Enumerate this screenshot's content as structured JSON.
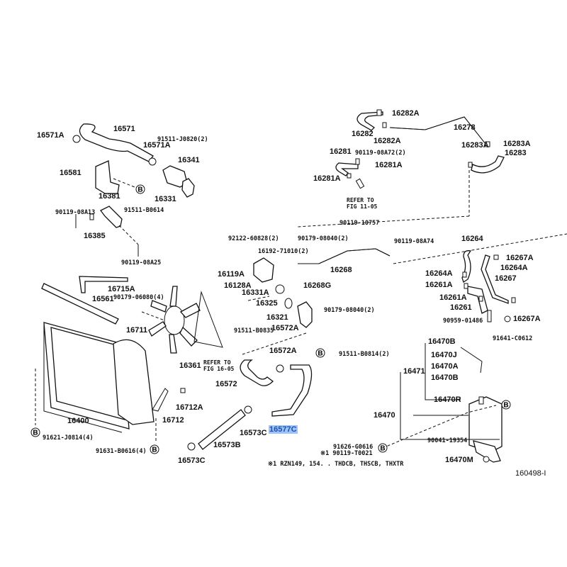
{
  "diagram": {
    "figure_number": "160498-I",
    "highlighted_part": "16577C",
    "highlight_color": "#9ec3f5",
    "footnote": "※1 RZN149, 154. . THDCB, THSCB, THXTR",
    "callout_marker": "B",
    "labels": {
      "p16571A_left": "16571A",
      "p16571": "16571",
      "p91511_J0820": "91511-J0820(2)",
      "p16571A_right": "16571A",
      "p16341": "16341",
      "p16581": "16581",
      "p16331": "16331",
      "p16381": "16381",
      "p91511_B0614": "91511-B0614",
      "p90119_08A13": "90119-08A13",
      "p16385": "16385",
      "p90119_08A25": "90119-08A25",
      "p16282A_top": "16282A",
      "p16282": "16282",
      "p16282A_mid": "16282A",
      "p16278": "16278",
      "p16281": "16281",
      "p90119_08A72": "90119-08A72(2)",
      "p16281A_right": "16281A",
      "p16281A_left": "16281A",
      "refer_11_05": "REFER TO FIG 11-05",
      "p16283A_right": "16283A",
      "p16283A_left": "16283A",
      "p16283": "16283",
      "p90119_10757": "90119-10757",
      "p92122_60828": "92122-60828(2)",
      "p90179_08040_top": "90179-08040(2)",
      "p16192_71010": "16192-71010(2)",
      "p90119_08A74": "90119-08A74",
      "p16119A": "16119A",
      "p16128A": "16128A",
      "p16331A": "16331A",
      "p16268": "16268",
      "p16268G": "16268G",
      "p16325": "16325",
      "p16321": "16321",
      "p90179_08040_bot": "90179-08040(2)",
      "p91511_B0835": "91511-B0835",
      "p16572A_top": "16572A",
      "p16264": "16264",
      "p16267A_top": "16267A",
      "p16264A_right": "16264A",
      "p16264A_left": "16264A",
      "p16267": "16267",
      "p16261A_top": "16261A",
      "p16261A_mid": "16261A",
      "p16261": "16261",
      "p90959_01486": "90959-01486",
      "p16267A_bot": "16267A",
      "p91641_C0612": "91641-C0612",
      "p16715A": "16715A",
      "p16561": "16561",
      "p90179_06080": "90179-06080(4)",
      "p16711": "16711",
      "p16361": "16361",
      "refer_16_05": "REFER TO FIG 16-05",
      "p16572A_bot": "16572A",
      "p91511_B0814": "91511-B0814(2)",
      "p16572": "16572",
      "p16712A": "16712A",
      "p16712": "16712",
      "p16400": "16400",
      "p91621_J0814": "91621-J0814(4)",
      "p91631_B0616": "91631-B0616(4)",
      "p16573C_left": "16573C",
      "p16573B": "16573B",
      "p16573C_mid": "16573C",
      "p16577C": "16577C",
      "p16470B_top": "16470B",
      "p16470J": "16470J",
      "p16470A": "16470A",
      "p16471": "16471",
      "p16470B_mid": "16470B",
      "p16470R": "16470R",
      "p16470": "16470",
      "p91626_G0616": "91626-G0616",
      "p90119_T0021": "※1 90119-T0021",
      "p90041_19354": "90041-19354",
      "p16470M": "16470M"
    }
  }
}
